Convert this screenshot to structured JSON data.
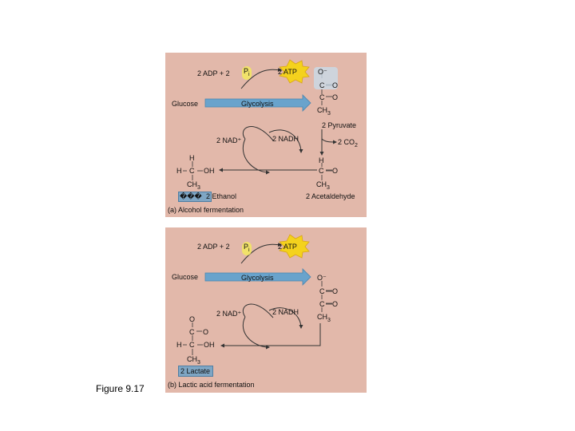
{
  "figure_label": "Figure 9.17",
  "panel_a": {
    "caption": "(a) Alcohol fermentation",
    "adp_text": "2 ADP + 2",
    "pi_text": "P",
    "pi_sub": "i",
    "atp_text": "2 ATP",
    "glucose": "Glucose",
    "glycolysis": "Glycolysis",
    "pyruvate_label": "2 Pyruvate",
    "nad_plus": "2 NAD⁺",
    "nadh": "2 NADH",
    "co2": "2 CO",
    "co2_sub": "2",
    "ethanol_label": "2 Ethanol",
    "ethanol_garbled": "���",
    "acetaldehyde_label": "2 Acetaldehyde",
    "pyruvate_atoms": [
      "O⁻",
      "C",
      "O",
      "C",
      "O",
      "CH",
      "3"
    ],
    "ethanol_atoms": [
      "H",
      "H",
      "C",
      "OH",
      "CH",
      "3"
    ],
    "acetaldehyde_atoms": [
      "H",
      "C",
      "O",
      "CH",
      "3"
    ]
  },
  "panel_b": {
    "caption": "(b) Lactic acid fermentation",
    "adp_text": "2 ADP + 2",
    "pi_text": "P",
    "pi_sub": "i",
    "atp_text": "2 ATP",
    "glucose": "Glucose",
    "glycolysis": "Glycolysis",
    "nad_plus": "2 NAD⁺",
    "nadh": "2 NADH",
    "lactate_label": "2 Lactate",
    "pyruvate_atoms": [
      "O⁻",
      "C",
      "O",
      "C",
      "O",
      "CH",
      "3"
    ],
    "lactate_atoms": [
      "O",
      "C",
      "O",
      "H",
      "C",
      "OH",
      "CH",
      "3"
    ]
  },
  "colors": {
    "panel": "#e2b8aa",
    "arrow_blue": "#69a3cc",
    "atp_burst": "#f4d21d",
    "badge_blue": "#7fa6c4"
  }
}
